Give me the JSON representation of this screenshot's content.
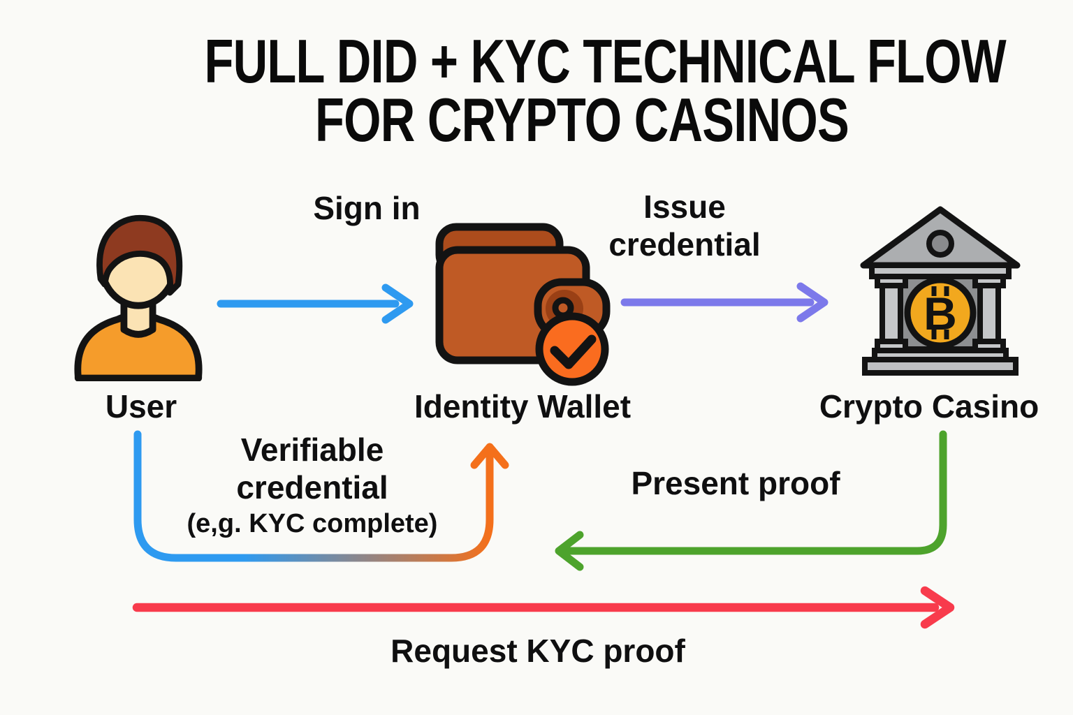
{
  "title": {
    "line1": "FULL DID + KYC TECHNICAL FLOW",
    "line2": "FOR CRYPTO CASINOS"
  },
  "entities": {
    "user": {
      "label": "User",
      "icon": "person-icon"
    },
    "identity_wallet": {
      "label": "Identity Wallet",
      "icon": "wallet-check-icon"
    },
    "crypto_casino": {
      "label": "Crypto Casino",
      "icon": "bank-bitcoin-icon",
      "coin_symbol": "B"
    }
  },
  "flows": {
    "sign_in": {
      "label": "Sign in",
      "from": "User",
      "to": "Identity Wallet",
      "color": "#2e9af0"
    },
    "issue_credential": {
      "label": "Issue credential",
      "from": "Identity Wallet",
      "to": "Crypto Casino",
      "color": "#7c79ea"
    },
    "verifiable_credential": {
      "label": "Verifiable credential",
      "sublabel": "(e,g. KYC complete)",
      "from": "User",
      "to": "Identity Wallet",
      "color_start": "#2e9af0",
      "color_end": "#f4701b"
    },
    "present_proof": {
      "label": "Present proof",
      "from": "Crypto Casino",
      "to": "Identity Wallet",
      "color": "#4da32c"
    },
    "request_kyc_proof": {
      "label": "Request KYC proof",
      "from": "User",
      "to": "Crypto Casino",
      "color": "#f83b4c"
    }
  },
  "colors": {
    "background": "#fafaf7",
    "text": "#0f0f10",
    "outline": "#131313",
    "user_shirt": "#f59c2b",
    "user_skin": "#fbe3b4",
    "user_hair": "#8e3a20",
    "wallet_body": "#bf5a25",
    "wallet_flap": "#ac4c1c",
    "wallet_pocket_inner": "#9a4015",
    "wallet_badge": "#fa6c1f",
    "bank_pediment": "#acaeb0",
    "bank_body": "#8d8f91",
    "bank_columns": "#c5c7c9",
    "bank_coin": "#f2a81e"
  }
}
